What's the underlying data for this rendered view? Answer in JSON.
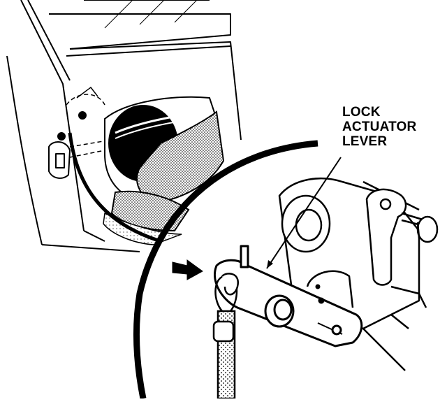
{
  "callout": {
    "lines": [
      "LOCK",
      "ACTUATOR",
      "LEVER"
    ]
  }
}
